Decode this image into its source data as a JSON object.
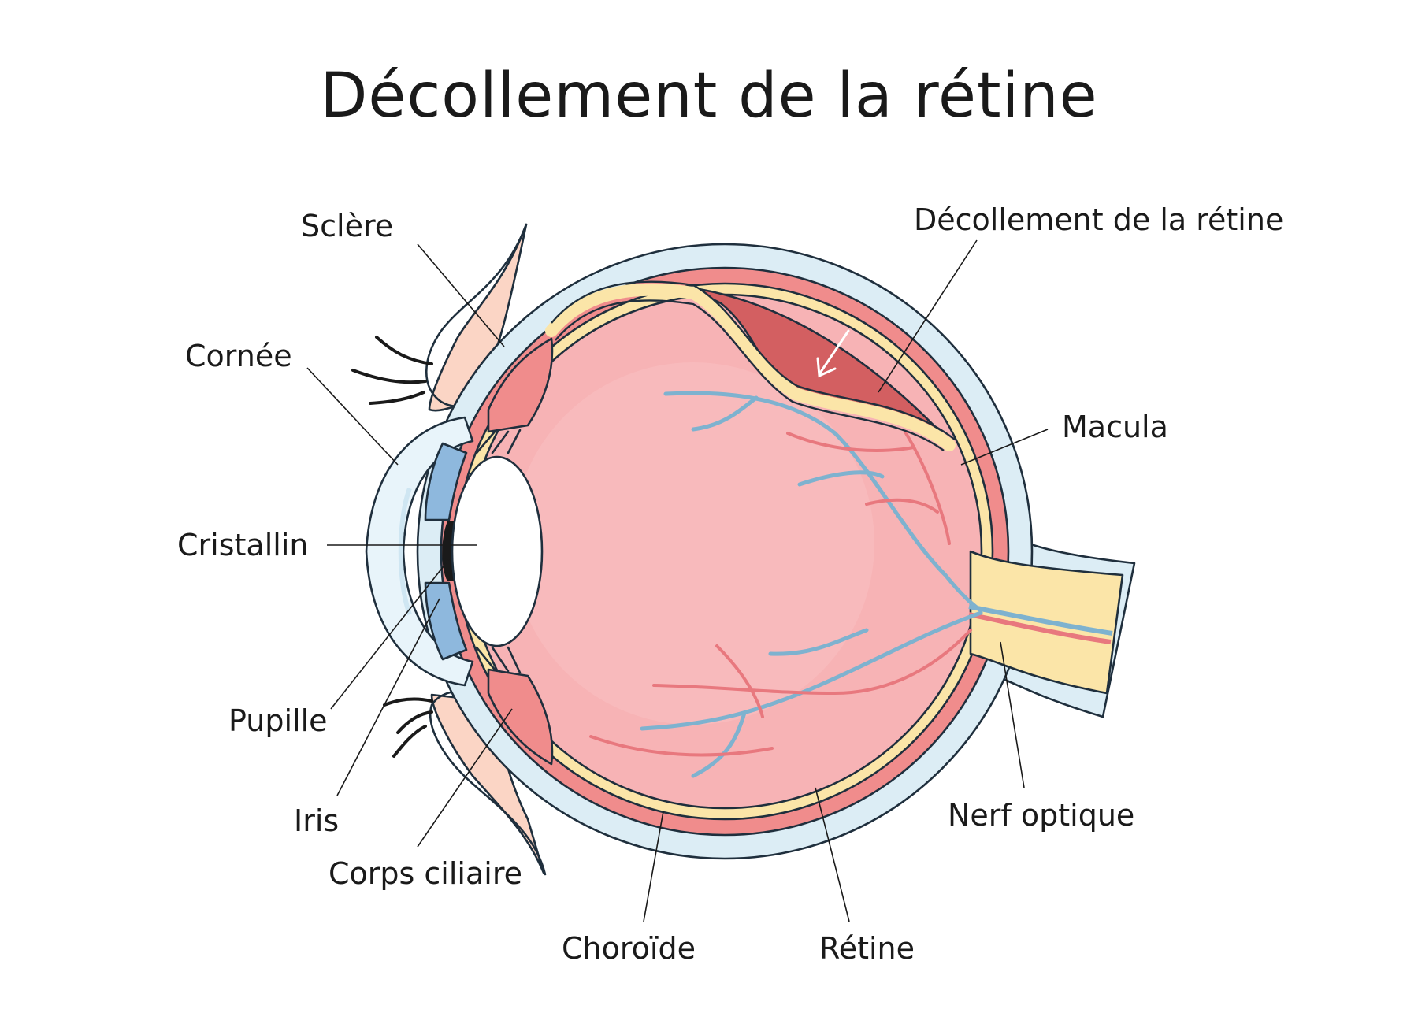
{
  "diagram": {
    "title": "Décollement de la rétine",
    "labels": {
      "sclere": "Sclère",
      "cornee": "Cornée",
      "cristallin": "Cristallin",
      "pupille": "Pupille",
      "iris": "Iris",
      "corps_ciliaire": "Corps ciliaire",
      "choroide": "Choroïde",
      "retine": "Rétine",
      "nerf_optique": "Nerf optique",
      "macula": "Macula",
      "decollement": "Décollement de la rétine"
    }
  },
  "colors": {
    "sclera": "#dcedf5",
    "choroid": "#f08c8c",
    "retina": "#fbe5a8",
    "vitreous": "#f7b3b5",
    "detachment": "#d35f61",
    "cornea": "#e8f4fa",
    "iris": "#8eb8dd",
    "lens": "#ffffff",
    "skin": "#fbd5c5",
    "vessel_blue": "#7eb2cf",
    "vessel_red": "#e8787e",
    "outline": "#1f2f3d"
  }
}
